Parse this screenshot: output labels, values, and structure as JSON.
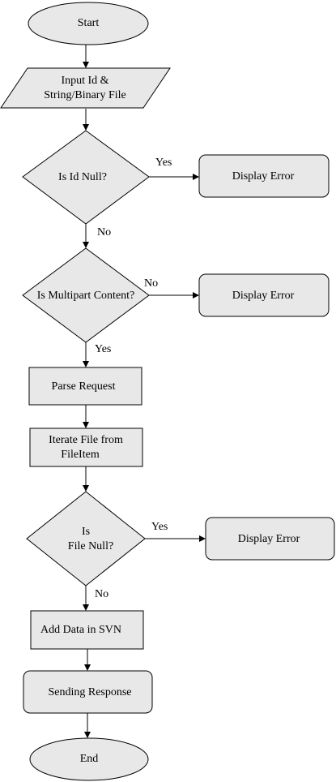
{
  "nodes": {
    "start": "Start",
    "input_line1": "Input Id &",
    "input_line2": "String/Binary File",
    "id_null": "Is Id Null?",
    "error_1": "Display Error",
    "multipart": "Is Multipart Content?",
    "error_2": "Display Error",
    "parse": "Parse Request",
    "iterate_line1": "Iterate File from",
    "iterate_line2": "FileItem",
    "file_null_line1": "Is",
    "file_null_line2": "File Null?",
    "error_3": "Display Error",
    "add_data": "Add Data in SVN",
    "response": "Sending Response",
    "end": "End"
  },
  "edges": {
    "id_null_yes": "Yes",
    "id_null_no": "No",
    "multipart_no": "No",
    "multipart_yes": "Yes",
    "file_null_yes": "Yes",
    "file_null_no": "No"
  },
  "colors": {
    "shape_fill": "#e8e8e8",
    "stroke": "#000000"
  }
}
